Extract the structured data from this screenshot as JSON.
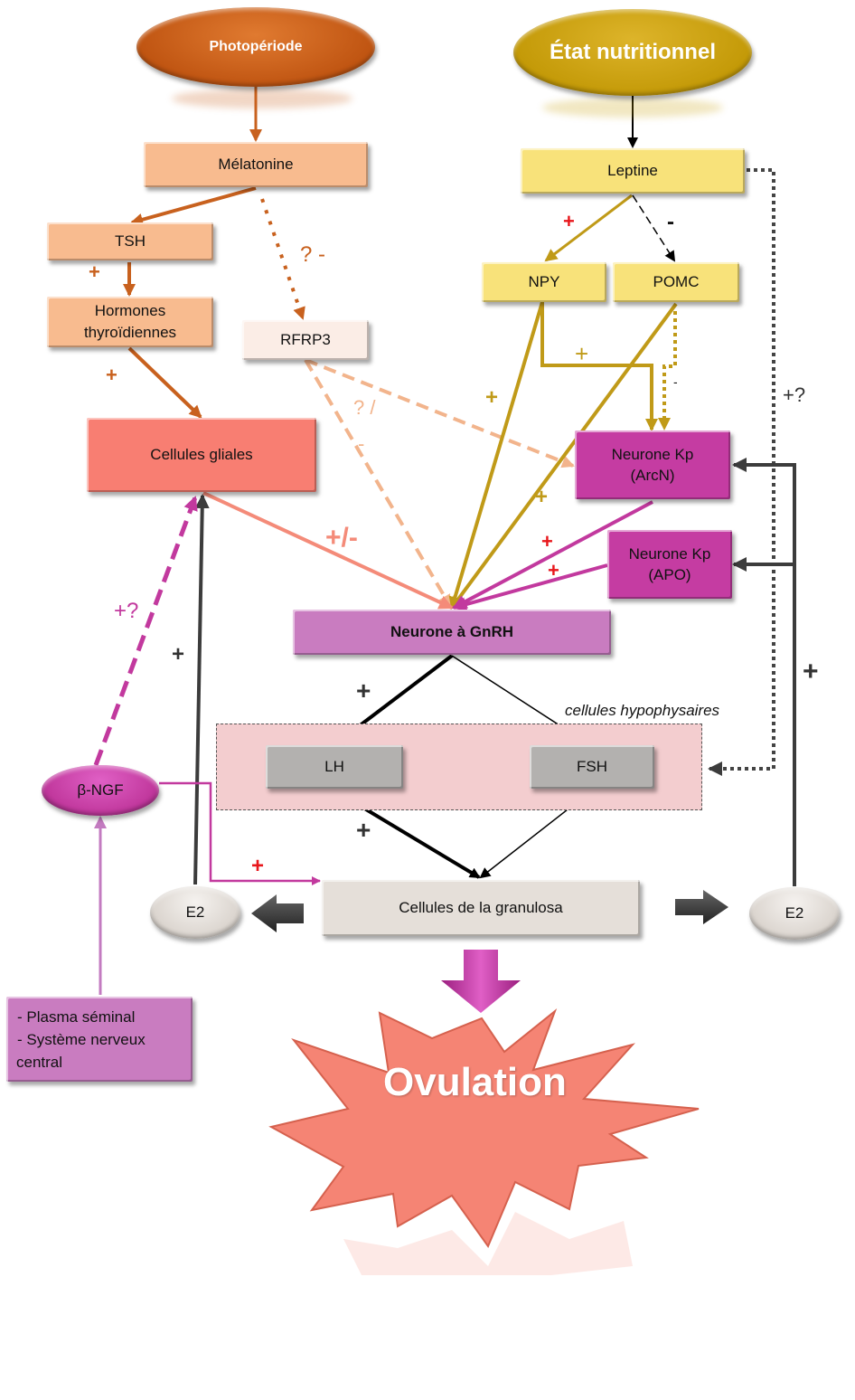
{
  "diagram": {
    "language": "fr",
    "nodes": {
      "photoperiode": "Photopériode",
      "etat_nutritionnel": "État nutritionnel",
      "melatonine": "Mélatonine",
      "leptine": "Leptine",
      "tsh": "TSH",
      "hormones_thyroidiennes": "Hormones thyroïdiennes",
      "rfrp3": "RFRP3",
      "npy": "NPY",
      "pomc": "POMC",
      "cellules_gliales": "Cellules gliales",
      "neurone_kp_arcn_line1": "Neurone Kp",
      "neurone_kp_arcn_line2": "(ArcN)",
      "neurone_kp_apo_line1": "Neurone Kp",
      "neurone_kp_apo_line2": "(APO)",
      "neurone_gnrh": "Neurone à GnRH",
      "cellules_hypophysaires": "cellules hypophysaires",
      "lh": "LH",
      "fsh": "FSH",
      "beta_ngf": "β-NGF",
      "e2_left": "E2",
      "e2_right": "E2",
      "granulosa": "Cellules de la granulosa",
      "sources_line1": "- Plasma séminal",
      "sources_line2": "- Système nerveux",
      "sources_line3": "central",
      "ovulation": "Ovulation"
    },
    "edge_labels": {
      "tsh_to_hormones": "+",
      "melatonine_to_rfrp3": "? -",
      "hormones_to_gliales": "+",
      "leptine_to_npy": "+",
      "leptine_to_pomc": "-",
      "npy_to_kp": "+",
      "npy_to_gnrh": "+",
      "pomc_to_gnrh": "+",
      "pomc_to_kp": "-",
      "leptine_to_hypophyse": "+?",
      "rfrp3_q": "? /",
      "rfrp3_minus": "-",
      "gliales_to_gnrh": "+/-",
      "kp_arcn_to_gnrh": "+",
      "kp_apo_to_gnrh": "+",
      "e2_right_to_kp": "+",
      "ngf_to_gliales": "+?",
      "e2_left_to_gliales": "+",
      "gnrh_to_lh": "+",
      "lh_to_granulosa": "+",
      "ngf_to_granulosa": "+"
    },
    "colors": {
      "photoperiode": "#C8611E",
      "nutrition": "#C9A10C",
      "orange_light": "#F7BF95",
      "yellow": "#F7E27A",
      "gliales": "#F77F72",
      "magenta": "#C2399E",
      "gnrh": "#C97CC0",
      "grey_box": "#B4B2B0",
      "granulosa": "#E6E0DA",
      "hypophyse_bg": "#F3CDCF",
      "ovulation": "#F58474",
      "red_sign": "#E8161B"
    }
  }
}
